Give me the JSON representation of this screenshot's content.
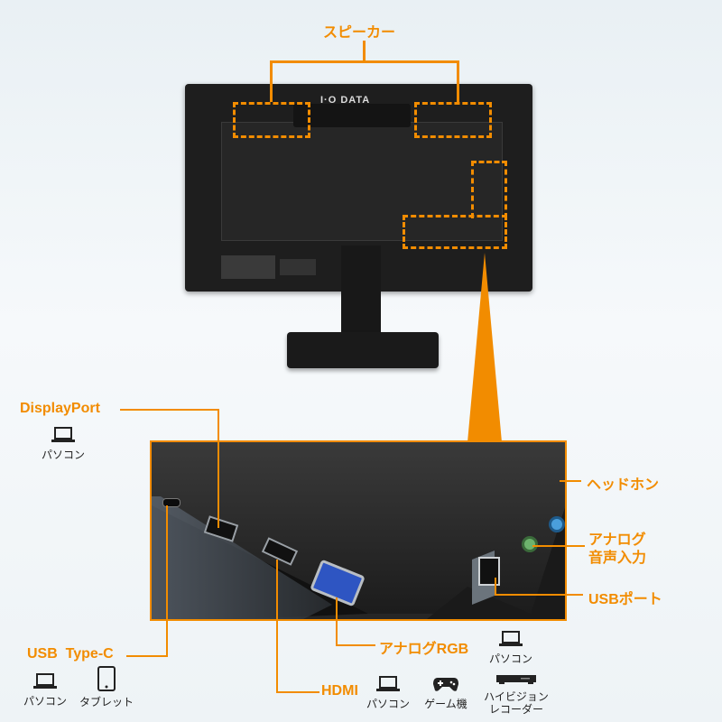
{
  "brand": "I·O DATA",
  "labels": {
    "speaker": "スピーカー",
    "displayport": "DisplayPort",
    "usb_typec": "USB  Type-C",
    "hdmi": "HDMI",
    "analog_rgb": "アナログRGB",
    "headphone": "ヘッドホン",
    "analog_audio_in": [
      "アナログ",
      "音声入力"
    ],
    "usb_port": "USBポート"
  },
  "devices": {
    "pc": "パソコン",
    "tablet": "タブレット",
    "game": "ゲーム機",
    "recorder": [
      "ハイビジョン",
      "レコーダー"
    ]
  },
  "colors": {
    "accent": "#f28c00",
    "monitor": "#1c1c1c",
    "background": "#eef3f6"
  },
  "icons": [
    "laptop-icon",
    "tablet-icon",
    "gamepad-icon",
    "recorder-icon"
  ]
}
